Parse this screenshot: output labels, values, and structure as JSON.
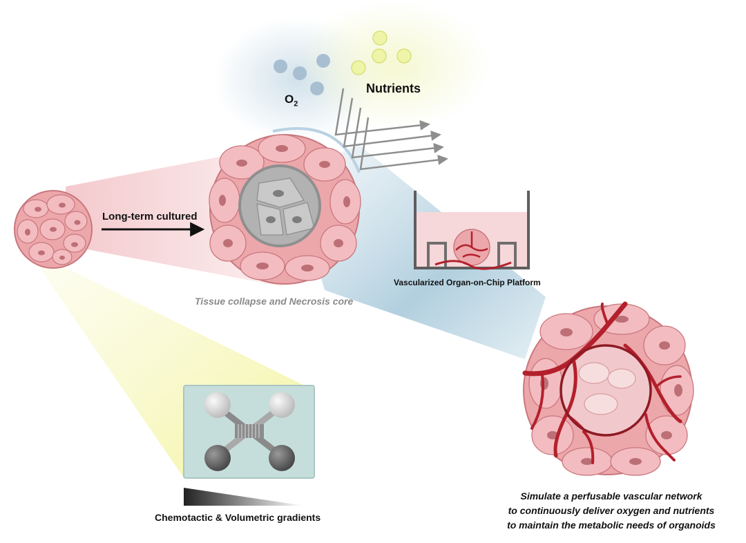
{
  "labels": {
    "o2": "O",
    "o2_sub": "2",
    "nutrients": "Nutrients",
    "long_term": "Long-term cultured",
    "tissue_collapse": "Tissue collapse and Necrosis core",
    "vascularized_platform": "Vascularized Organ-on-Chip Platform",
    "chemotactic": "Chemotactic & Volumetric gradients",
    "simulate_line1": "Simulate a perfusable vascular network",
    "simulate_line2": "to continuously deliver oxygen and nutrients",
    "simulate_line3": "to maintain the metabolic needs of organoids"
  },
  "colors": {
    "cell_fill": "#eca7ab",
    "cell_stroke": "#c8777d",
    "nucleus": "#bd6f76",
    "necrosis": "#a9a9a9",
    "vessel": "#b3202c",
    "o2_dot": "#a8bfd2",
    "nutrient_dot": "#eef5a8",
    "arrow_gray": "#8e8e8e",
    "chip_bg": "#c6dedb"
  }
}
